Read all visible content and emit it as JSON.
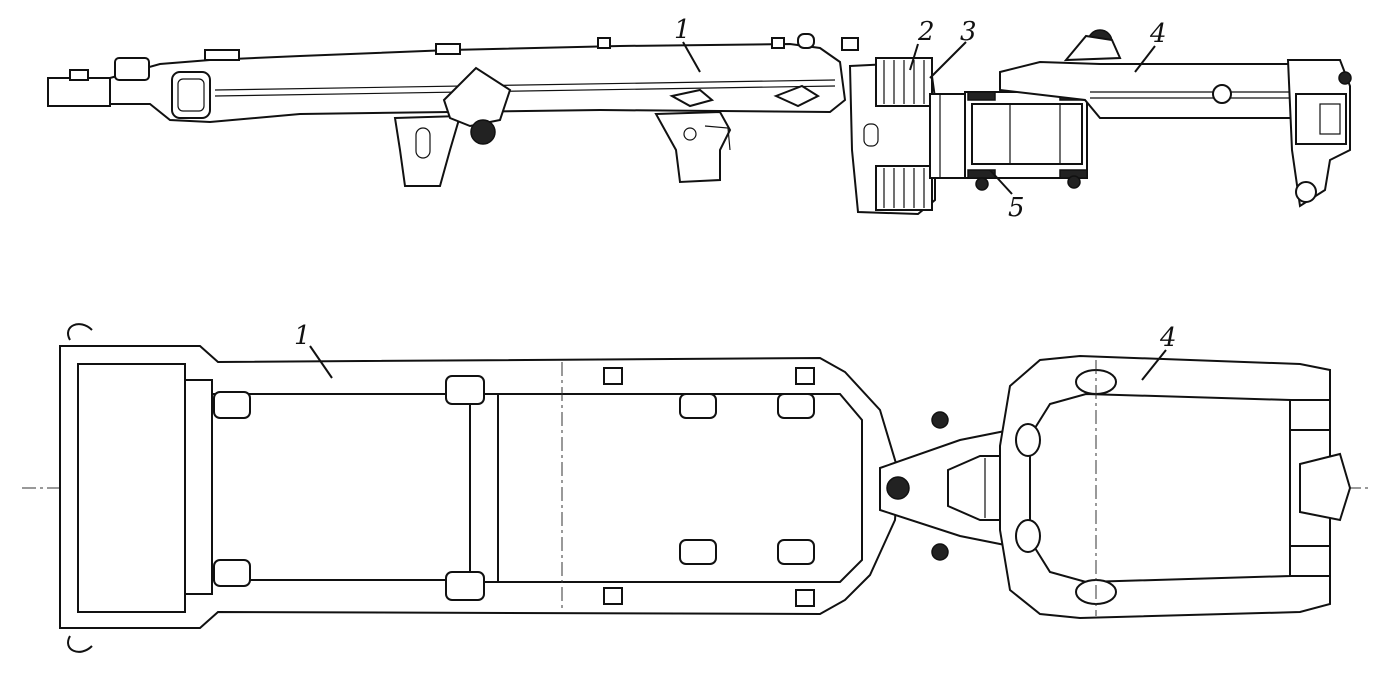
{
  "callouts": {
    "side_frame_front": "1",
    "side_coupling_ring": "2",
    "side_bearing": "3",
    "side_frame_rear": "4",
    "side_hinge_shaft": "5",
    "plan_frame_front": "1",
    "plan_frame_rear": "4"
  },
  "colors": {
    "ink": "#111111",
    "paper": "#ffffff"
  }
}
